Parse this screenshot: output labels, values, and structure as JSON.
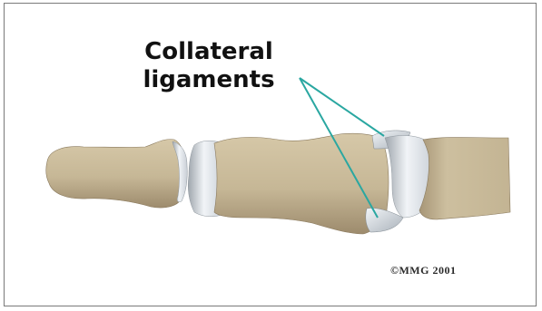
{
  "labels": {
    "structure_line1": "Collateral",
    "structure_line2": "ligaments"
  },
  "copyright": "©MMG 2001",
  "colors": {
    "bone": "#cbbd9d",
    "bone_shadow": "#a49275",
    "cartilage": "#dfe5ec",
    "ligament_line": "#2aa7a1",
    "frame": "#7a7a7a",
    "text": "#111111"
  }
}
